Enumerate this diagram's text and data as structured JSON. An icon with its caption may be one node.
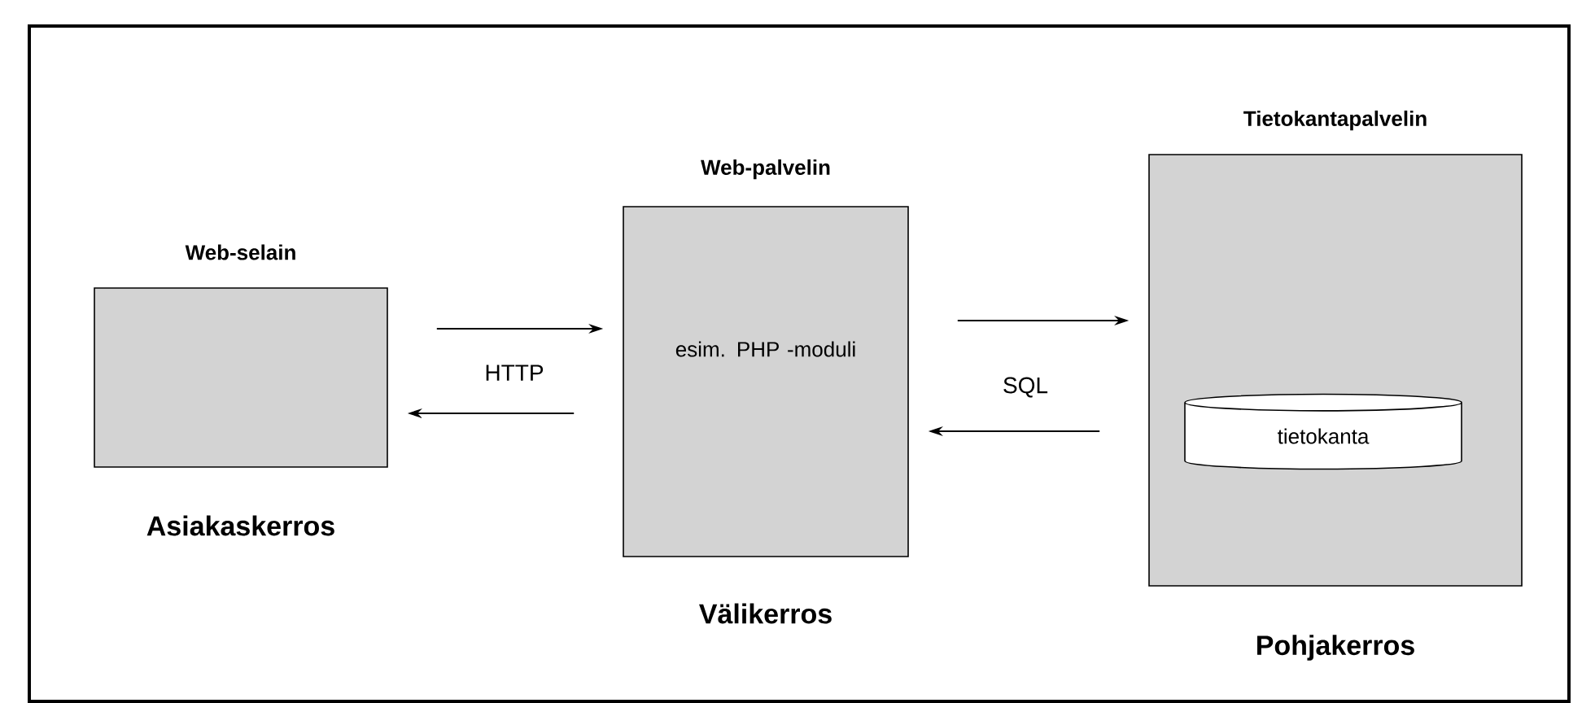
{
  "diagram": {
    "nodes": [
      {
        "text": [
          "Web-selain"
        ],
        "beside": [
          "Asiakaskerros"
        ]
      },
      {
        "text": [
          "Web-palvelin",
          "esim. PHP -moduli"
        ],
        "beside": [
          "Välikerros"
        ]
      },
      {
        "text": [
          "Tietokantapalvelin"
        ],
        "beside": [
          "Pohjakerros"
        ]
      },
      {
        "text": [
          "tietokanta"
        ],
        "in": 2
      }
    ],
    "edges": [
      {
        "from": 0,
        "to": 1,
        "arrow": "to"
      },
      {
        "from": 1,
        "to": 0,
        "arrow": "to"
      },
      {
        "from": 1,
        "to": 2,
        "arrow": "to"
      },
      {
        "from": 2,
        "to": 1,
        "arrow": "to"
      }
    ],
    "labels": [
      "HTTP",
      "SQL"
    ]
  }
}
